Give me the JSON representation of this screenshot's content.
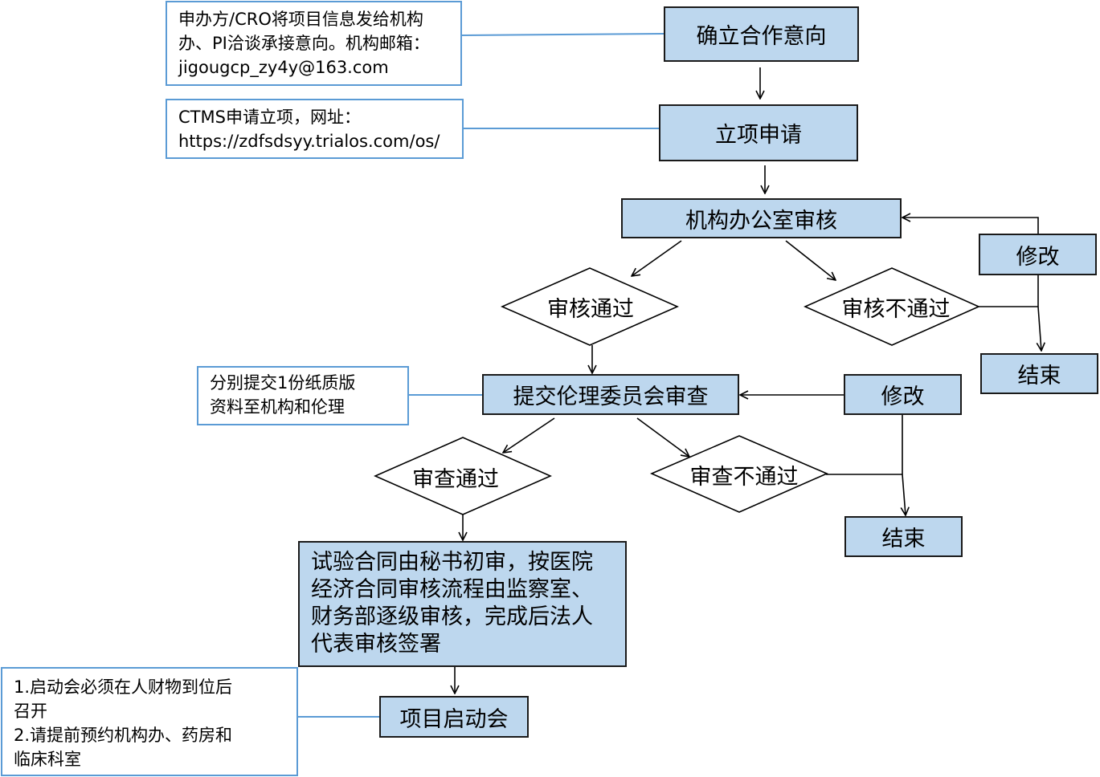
{
  "steps": {
    "establish_intent": "确立合作意向",
    "project_application": "立项申请",
    "office_review": "机构办公室审核",
    "office_revise": "修改",
    "office_pass": "审核通过",
    "office_fail": "审核不通过",
    "office_end": "结束",
    "ethics_submit": "提交伦理委员会审查",
    "ethics_revise": "修改",
    "ethics_pass": "审查通过",
    "ethics_fail": "审查不通过",
    "ethics_end": "结束",
    "contract_review": "试验合同由秘书初审，按医院经济合同审核流程由监察室、财务部逐级审核，完成后法人代表审核签署",
    "kickoff": "项目启动会"
  },
  "notes": {
    "establish_note": "申办方/CRO将项目信息发给机构办、PI洽谈承接意向。机构邮箱：jigougcp_zy4y@163.com",
    "ctms_note": "CTMS申请立项，网址：\nhttps://zdfsdsyy.trialos.com/os/",
    "ethics_note": "分别提交1份纸质版\n资料至机构和伦理",
    "kickoff_note": "1.启动会必须在人财物到位后\n召开\n2.请提前预约机构办、药房和\n临床科室"
  }
}
